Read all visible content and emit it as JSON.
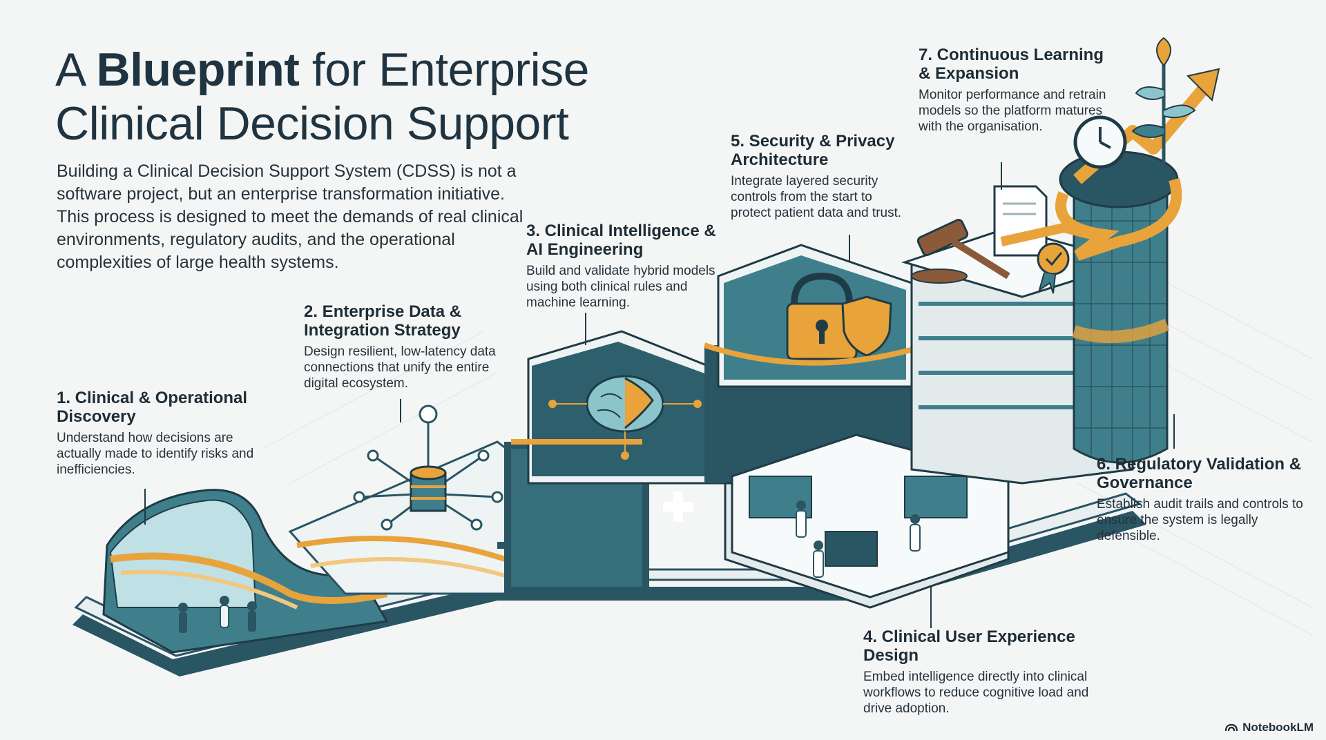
{
  "header": {
    "title_prefix": "A ",
    "title_bold": "Blueprint",
    "title_line1_rest": " for Enterprise",
    "title_line2": "Clinical Decision Support",
    "intro": "Building a Clinical Decision Support System (CDSS) is not a software project, but an enterprise transformation initiative. This process is designed to meet the demands of real clinical environments, regulatory audits, and the operational complexities of large health systems."
  },
  "steps": [
    {
      "title": "1. Clinical & Operational Discovery",
      "body": "Understand how decisions are actually made to identify risks and inefficiencies."
    },
    {
      "title": "2. Enterprise Data & Integration Strategy",
      "body": "Design resilient, low-latency data connections that unify the entire digital ecosystem."
    },
    {
      "title": "3. Clinical Intelligence & AI Engineering",
      "body": "Build and validate hybrid models using both clinical rules and machine learning."
    },
    {
      "title": "4. Clinical User Experience Design",
      "body": "Embed intelligence directly into clinical workflows to reduce cognitive load and drive adoption."
    },
    {
      "title": "5. Security & Privacy Architecture",
      "body": "Integrate layered security controls from the start to protect patient data and trust."
    },
    {
      "title": "6. Regulatory Validation & Governance",
      "body": "Establish audit trails and controls to ensure the system is legally defensible."
    },
    {
      "title": "7. Continuous Learning & Expansion",
      "body": "Monitor performance and retrain models so the platform matures with the organisation."
    }
  ],
  "branding": {
    "label": "NotebookLM",
    "icon": "notebooklm-logo-icon"
  },
  "colors": {
    "teal": "#3f7f8c",
    "dark_teal": "#2a5563",
    "orange": "#e8a33b",
    "background": "#f4f6f6",
    "text": "#1f2b33"
  }
}
